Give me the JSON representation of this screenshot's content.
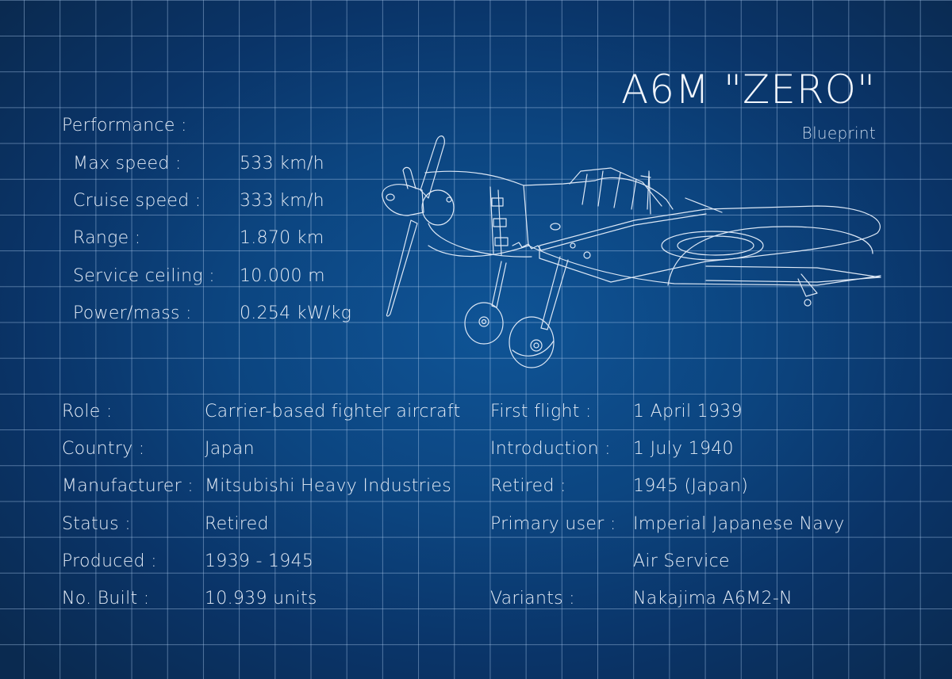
{
  "header": {
    "title": "A6M \"ZERO\"",
    "subtitle": "Blueprint"
  },
  "performance": {
    "heading": "Performance :",
    "rows": [
      {
        "label": "Max speed :",
        "value": "533 km/h"
      },
      {
        "label": "Cruise speed :",
        "value": "333 km/h"
      },
      {
        "label": "Range :",
        "value": "1.870 km"
      },
      {
        "label": "Service ceiling :",
        "value": "10.000 m"
      },
      {
        "label": "Power/mass :",
        "value": "0.254 kW/kg"
      }
    ]
  },
  "specs_left": [
    {
      "label": "Role :",
      "value": "Carrier-based fighter aircraft"
    },
    {
      "label": "Country :",
      "value": "Japan"
    },
    {
      "label": "Manufacturer :",
      "value": "Mitsubishi Heavy Industries"
    },
    {
      "label": "Status :",
      "value": "Retired"
    },
    {
      "label": "Produced :",
      "value": "1939 - 1945"
    },
    {
      "label": "No. Built :",
      "value": "10.939 units"
    }
  ],
  "specs_right": [
    {
      "label": "First flight :",
      "value": "1 April 1939"
    },
    {
      "label": "Introduction :",
      "value": "1 July 1940"
    },
    {
      "label": "Retired :",
      "value": "1945 (Japan)"
    },
    {
      "label": "Primary user :",
      "value": "Imperial Japanese Navy"
    },
    {
      "label": "",
      "value": "Air Service"
    },
    {
      "label": "Variants :",
      "value": "Nakajima A6M2-N"
    }
  ],
  "illustration": {
    "icon": "aircraft-blueprint-icon"
  },
  "colors": {
    "background_center": "#0f5496",
    "background_edge": "#0a2a50",
    "grid_line": "#aac8eb",
    "text": "#e4ecf7"
  }
}
